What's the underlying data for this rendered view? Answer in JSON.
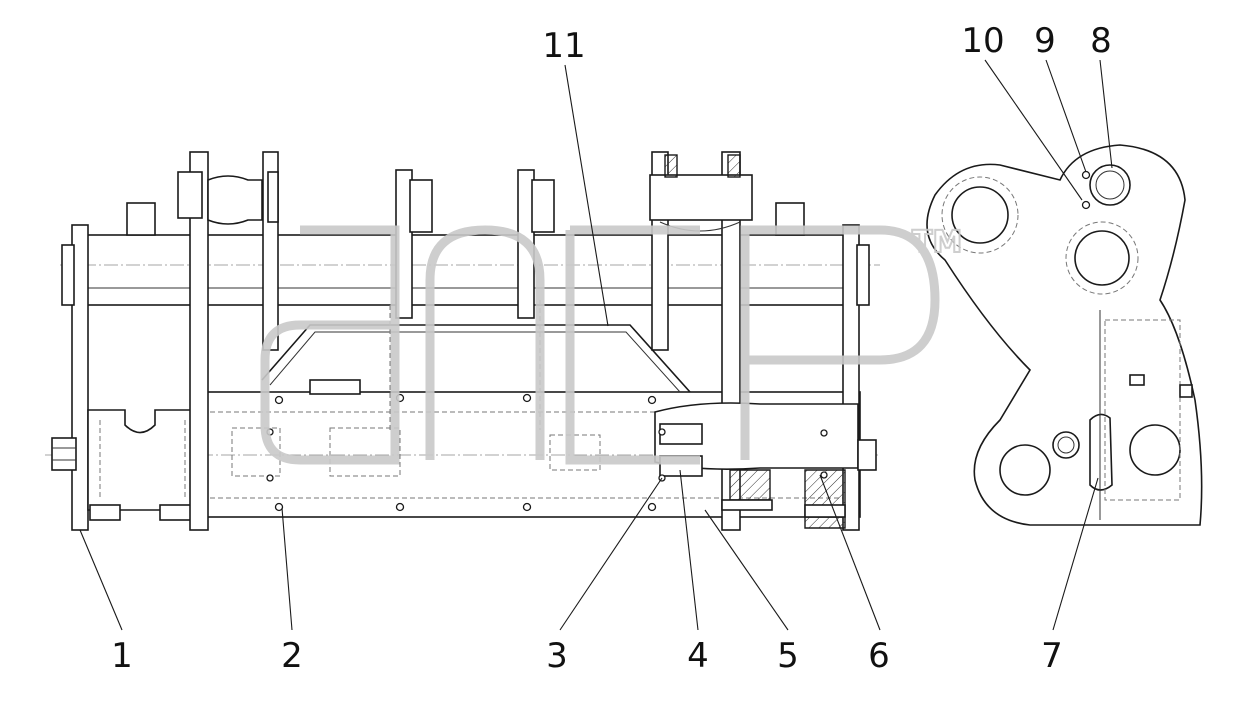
{
  "callouts": [
    {
      "id": "1",
      "label": "1"
    },
    {
      "id": "2",
      "label": "2"
    },
    {
      "id": "3",
      "label": "3"
    },
    {
      "id": "4",
      "label": "4"
    },
    {
      "id": "5",
      "label": "5"
    },
    {
      "id": "6",
      "label": "6"
    },
    {
      "id": "7",
      "label": "7"
    },
    {
      "id": "8",
      "label": "8"
    },
    {
      "id": "9",
      "label": "9"
    },
    {
      "id": "10",
      "label": "10"
    },
    {
      "id": "11",
      "label": "11"
    }
  ],
  "watermark": {
    "trademark": "TM"
  },
  "colors": {
    "line": "#1a1a1a",
    "watermark": "#c9c9c9",
    "background": "#ffffff"
  }
}
